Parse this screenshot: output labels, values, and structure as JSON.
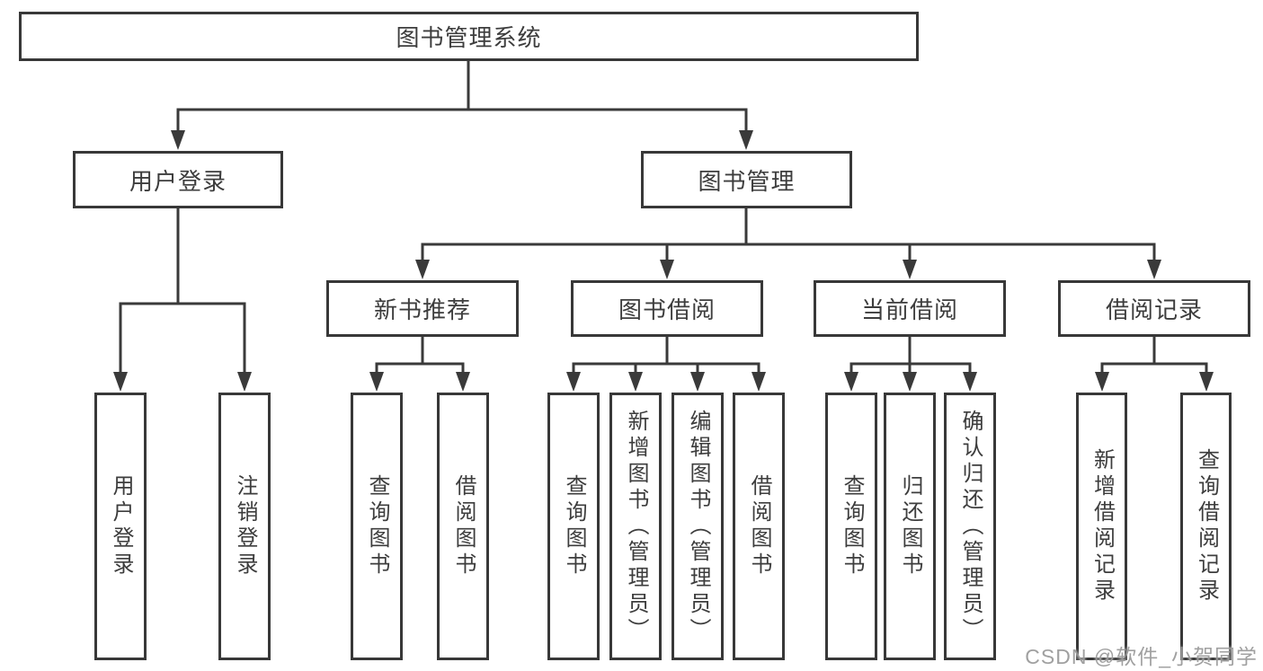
{
  "diagram": {
    "title": "图书管理系统",
    "root": {
      "label": "图书管理系统"
    },
    "level2": [
      {
        "id": "user-login",
        "label": "用户登录",
        "parent": "图书管理系统"
      },
      {
        "id": "book-management",
        "label": "图书管理",
        "parent": "图书管理系统"
      }
    ],
    "level3": [
      {
        "id": "new-book-recommend",
        "label": "新书推荐",
        "parent": "图书管理"
      },
      {
        "id": "book-borrowing",
        "label": "图书借阅",
        "parent": "图书管理"
      },
      {
        "id": "current-borrowing",
        "label": "当前借阅",
        "parent": "图书管理"
      },
      {
        "id": "borrowing-records",
        "label": "借阅记录",
        "parent": "图书管理"
      }
    ],
    "leaves": [
      {
        "id": "user-login",
        "label": "用户登录",
        "parent": "用户登录"
      },
      {
        "id": "logout",
        "label": "注销登录",
        "parent": "用户登录"
      },
      {
        "id": "query-books-1",
        "label": "查询图书",
        "parent": "新书推荐"
      },
      {
        "id": "borrow-books-1",
        "label": "借阅图书",
        "parent": "新书推荐"
      },
      {
        "id": "query-books-2",
        "label": "查询图书",
        "parent": "图书借阅"
      },
      {
        "id": "add-books-admin",
        "label": "新增图书（管理员）",
        "parent": "图书借阅"
      },
      {
        "id": "edit-books-admin",
        "label": "编辑图书（管理员）",
        "parent": "图书借阅"
      },
      {
        "id": "borrow-books-2",
        "label": "借阅图书",
        "parent": "图书借阅"
      },
      {
        "id": "query-books-3",
        "label": "查询图书",
        "parent": "当前借阅"
      },
      {
        "id": "return-books",
        "label": "归还图书",
        "parent": "当前借阅"
      },
      {
        "id": "confirm-return-admin",
        "label": "确认归还（管理员）",
        "parent": "当前借阅"
      },
      {
        "id": "add-borrow-record",
        "label": "新增借阅记录",
        "parent": "借阅记录"
      },
      {
        "id": "query-borrow-record",
        "label": "查询借阅记录",
        "parent": "借阅记录"
      }
    ],
    "colors": {
      "box_border": "#383838",
      "connector_line": "#3a3a3a",
      "text": "#3d3d3d",
      "background": "#ffffff",
      "watermark_text": "#989898"
    }
  },
  "watermark": {
    "text": "CSDN @软件_小贺同学"
  }
}
